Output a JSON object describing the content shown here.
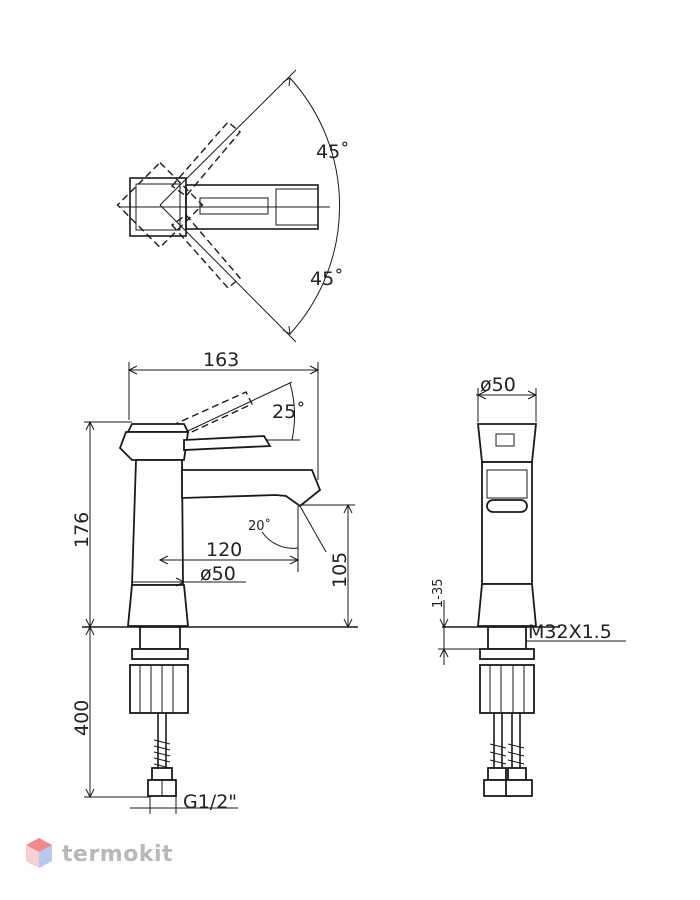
{
  "top_view": {
    "angle_upper": "45˚",
    "angle_lower": "45˚"
  },
  "front_view": {
    "width_total": "163",
    "lever_angle": "25˚",
    "height_total": "176",
    "spout_angle": "20˚",
    "reach": "120",
    "base_diameter": "ø50",
    "spout_height": "105",
    "hose_length": "400",
    "thread_connection": "G1/2\""
  },
  "side_view": {
    "top_diameter": "ø50",
    "counter_thickness": "1-35",
    "mount_thread": "M32X1.5"
  },
  "watermark": {
    "brand": "termokit"
  }
}
